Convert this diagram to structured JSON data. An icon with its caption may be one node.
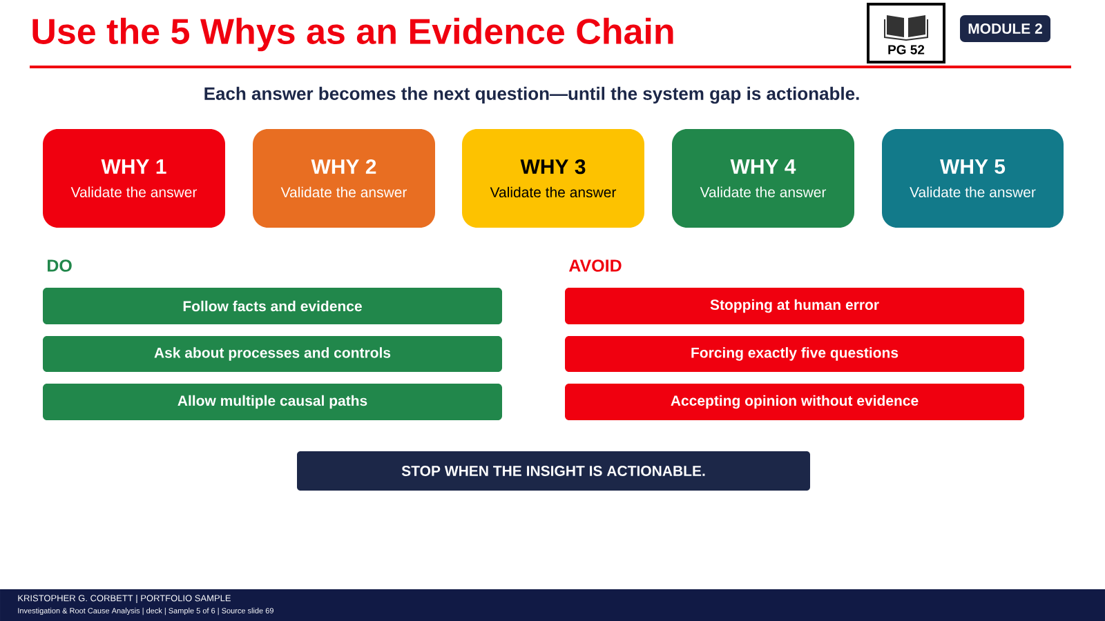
{
  "diagram": {
    "title": "Use the 5 Whys as an Evidence Chain",
    "nodes": [
      {
        "text": [
          "PG 52"
        ]
      },
      {
        "text": [
          "MODULE 2"
        ]
      },
      {
        "text": [
          "WHY 1",
          "Validate the answer"
        ]
      },
      {
        "text": [
          "WHY 2",
          "Validate the answer"
        ]
      },
      {
        "text": [
          "WHY 3",
          "Validate the answer"
        ]
      },
      {
        "text": [
          "WHY 4",
          "Validate the answer"
        ]
      },
      {
        "text": [
          "WHY 5",
          "Validate the answer"
        ]
      },
      {
        "text": [
          "Follow facts and evidence"
        ]
      },
      {
        "text": [
          "Stopping at human error"
        ]
      },
      {
        "text": [
          "Ask about processes and controls"
        ]
      },
      {
        "text": [
          "Forcing exactly five questions"
        ]
      },
      {
        "text": [
          "Allow multiple causal paths"
        ]
      },
      {
        "text": [
          "Accepting opinion without evidence"
        ]
      },
      {
        "text": [
          "STOP WHEN THE INSIGHT IS ACTIONABLE."
        ]
      }
    ],
    "edges": [],
    "labels": [
      "Each answer becomes the next question—until the system gap is actionable.",
      "DO",
      "AVOID",
      "KRISTOPHER G. CORBETT | PORTFOLIO SAMPLE",
      "Investigation & Root Cause Analysis | deck | Sample 5 of 6 | Source slide 69"
    ]
  }
}
